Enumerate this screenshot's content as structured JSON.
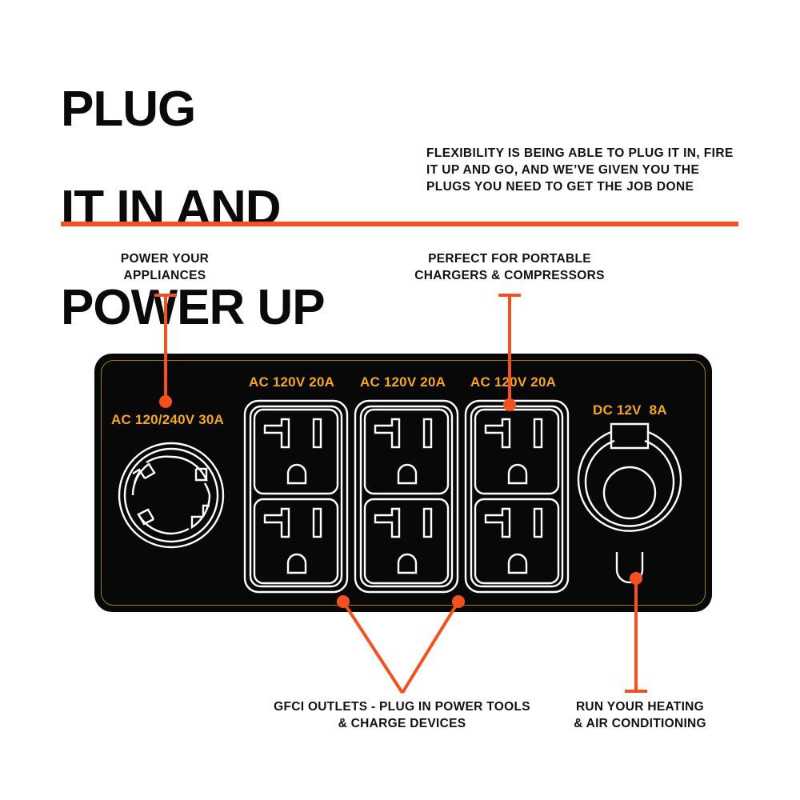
{
  "headline": {
    "line1": "PLUG",
    "line2": "IT IN AND",
    "line3": "POWER UP"
  },
  "intro": {
    "text": "FLEXIBILITY IS BEING ABLE TO PLUG IT IN, FIRE IT UP AND GO, AND WE’VE GIVEN YOU THE PLUGS YOU NEED TO GET THE JOB DONE"
  },
  "callouts": {
    "appliances": "POWER YOUR\nAPPLIANCES",
    "chargers": "PERFECT FOR PORTABLE\nCHARGERS & COMPRESSORS",
    "gfci": "GFCI OUTLETS - PLUG IN POWER TOOLS\n& CHARGE DEVICES",
    "hvac": "RUN YOUR HEATING\n& AIR CONDITIONING"
  },
  "panel": {
    "labels": {
      "twistlock": "AC 120/240V 30A",
      "duplex_1": "AC 120V 20A",
      "duplex_2": "AC 120V 20A",
      "duplex_3": "AC 120V 20A",
      "dc": "DC 12V  8A"
    },
    "outlets": [
      {
        "name": "twist-lock-outlet",
        "type": "NEMA L14-30R"
      },
      {
        "name": "duplex-outlet-1",
        "type": "NEMA 5-20R duplex"
      },
      {
        "name": "duplex-outlet-2",
        "type": "NEMA 5-20R duplex"
      },
      {
        "name": "duplex-outlet-3",
        "type": "NEMA 5-20R duplex"
      },
      {
        "name": "dc-outlet",
        "type": "12V DC socket with cap"
      }
    ]
  },
  "colors": {
    "accent_orange": "#F4511E",
    "label_amber": "#F5A623",
    "panel_black": "#080808",
    "panel_border": "#9c7c12",
    "outlet_line": "#FFFFFF",
    "text_black": "#111111",
    "background": "#FFFFFF"
  }
}
